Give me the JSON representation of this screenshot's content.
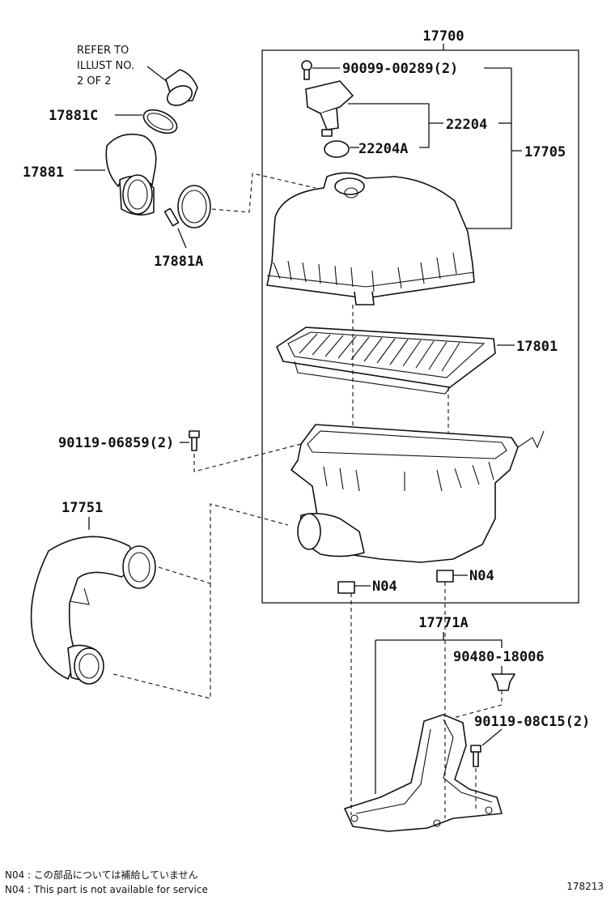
{
  "diagram": {
    "refer_note": [
      "REFER TO",
      "ILLUST NO.",
      "2 OF 2"
    ],
    "parts": {
      "p17700": "17700",
      "p90099": "90099-00289(2)",
      "p22204": "22204",
      "p22204A": "22204A",
      "p17705": "17705",
      "p17881C": "17881C",
      "p17881": "17881",
      "p17881A": "17881A",
      "p17801": "17801",
      "p90119_06859": "90119-06859(2)",
      "p17751": "17751",
      "n04_left": "N04",
      "n04_right": "N04",
      "p17771A": "17771A",
      "p90480": "90480-18006",
      "p90119_08C15": "90119-08C15(2)"
    },
    "footnotes": [
      "N04 : この部品については補給していません",
      "N04 : This part is not available for service"
    ],
    "figure_number": "178213"
  }
}
